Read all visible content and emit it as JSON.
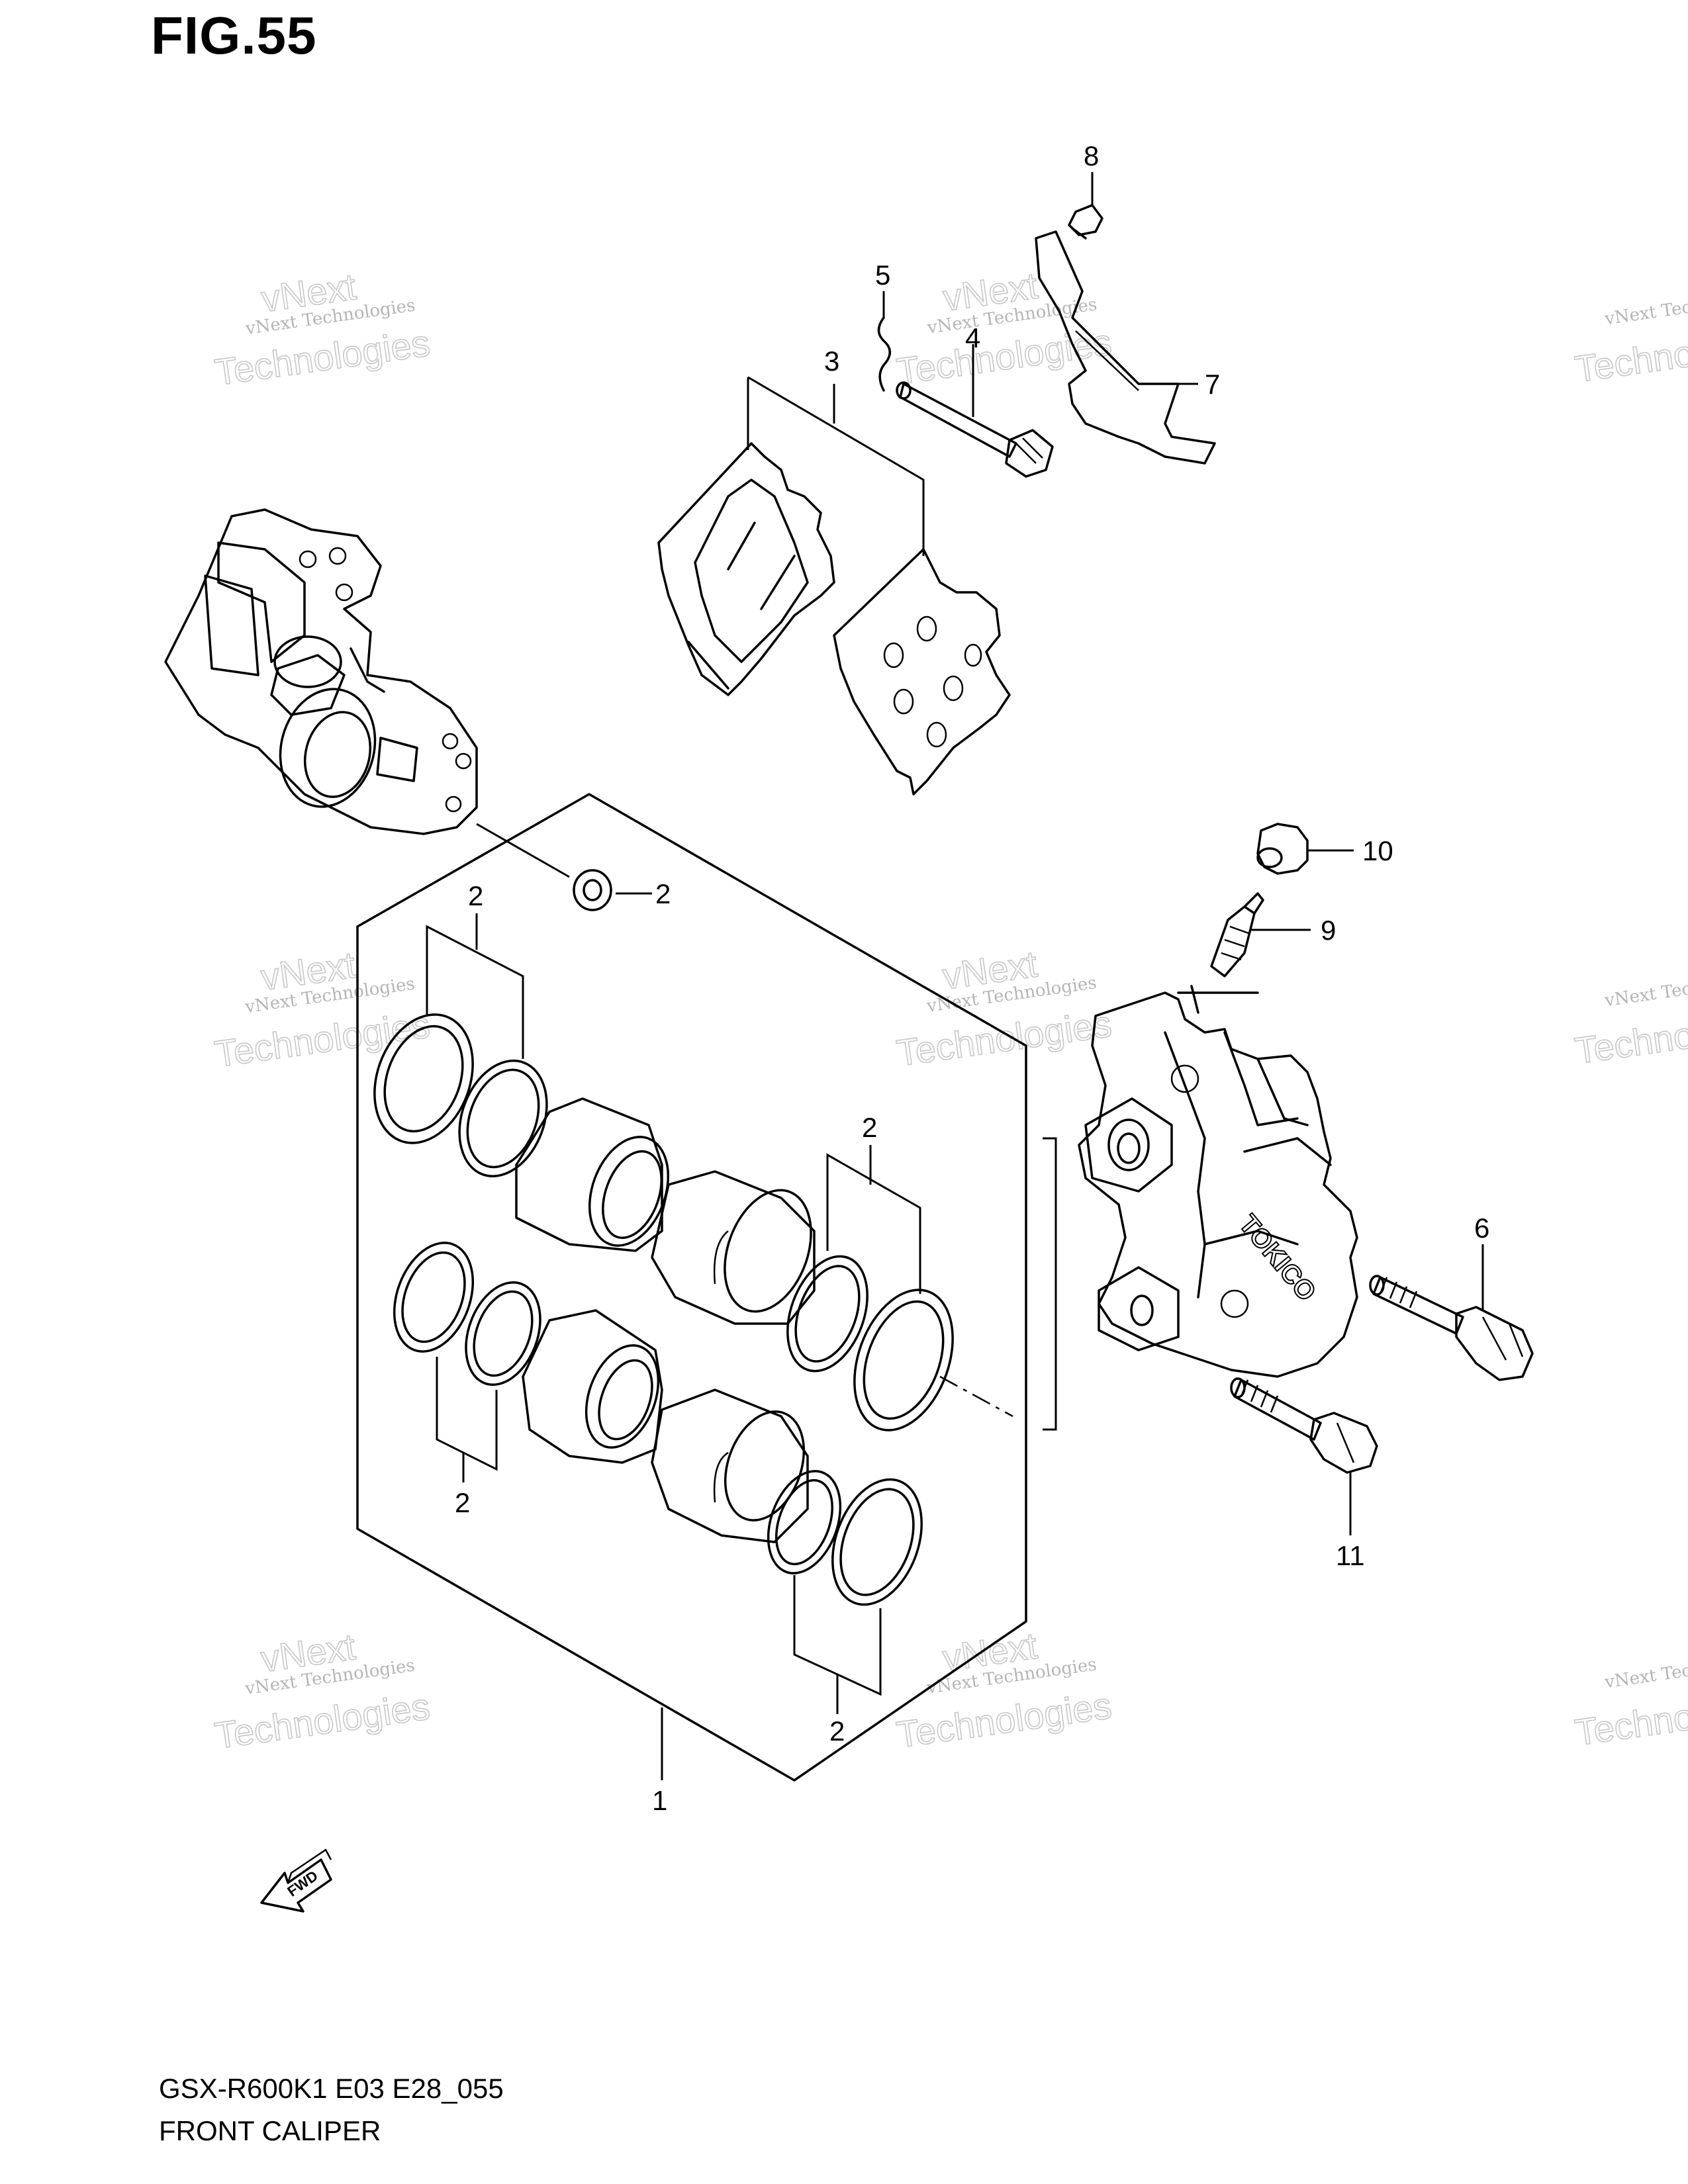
{
  "header": {
    "figure_title": "FIG.55"
  },
  "footer": {
    "model_code": "GSX-R600K1 E03 E28_055",
    "diagram_name": "FRONT CALIPER"
  },
  "callouts": {
    "c1": "1",
    "c2a": "2",
    "c2b": "2",
    "c2c": "2",
    "c2d": "2",
    "c2e": "2",
    "c3": "3",
    "c4": "4",
    "c5": "5",
    "c6": "6",
    "c7": "7",
    "c8": "8",
    "c9": "9",
    "c10": "10",
    "c11": "11"
  },
  "caliper_brand": "TOKICO",
  "fwd_arrow_label": "FWD",
  "watermark": {
    "line1": "vNext Technologies",
    "line2": "vNext",
    "line3": "Technologies"
  }
}
